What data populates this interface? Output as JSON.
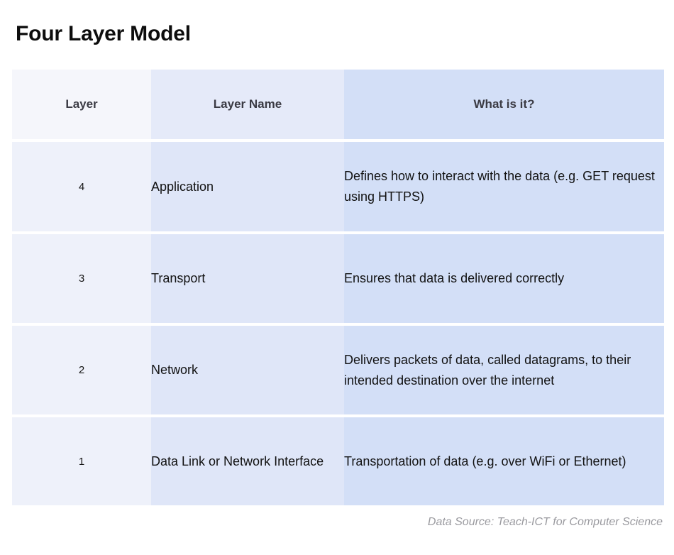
{
  "page_title": "Four Layer Model",
  "table": {
    "columns": [
      {
        "key": "layer",
        "label": "Layer"
      },
      {
        "key": "name",
        "label": "Layer Name"
      },
      {
        "key": "what",
        "label": "What is it?"
      }
    ],
    "rows": [
      {
        "layer": "4",
        "name": "Application",
        "what": "Defines how to interact with the data (e.g.  GET request using HTTPS)"
      },
      {
        "layer": "3",
        "name": "Transport",
        "what": "Ensures that data is delivered correctly"
      },
      {
        "layer": "2",
        "name": "Network",
        "what": "Delivers packets of data, called datagrams, to their intended destination over the internet"
      },
      {
        "layer": "1",
        "name": "Data Link or Network Interface",
        "what": "Transportation of data (e.g. over WiFi or Ethernet)"
      }
    ]
  },
  "footnote": "Data Source: Teach-ICT for Computer Science",
  "colors": {
    "background": "#ffffff",
    "title_text": "#0d0d0d",
    "header_text": "#3b3b44",
    "body_text": "#121212",
    "footnote_text": "#9a9a9f",
    "col_layer_header": "#f5f6fb",
    "col_name_header": "#e5eaf9",
    "col_what_header": "#d3dff7",
    "col_layer_cell": "#eef1fa",
    "col_name_cell": "#dfe6f8",
    "col_what_cell": "#d3dff7"
  }
}
